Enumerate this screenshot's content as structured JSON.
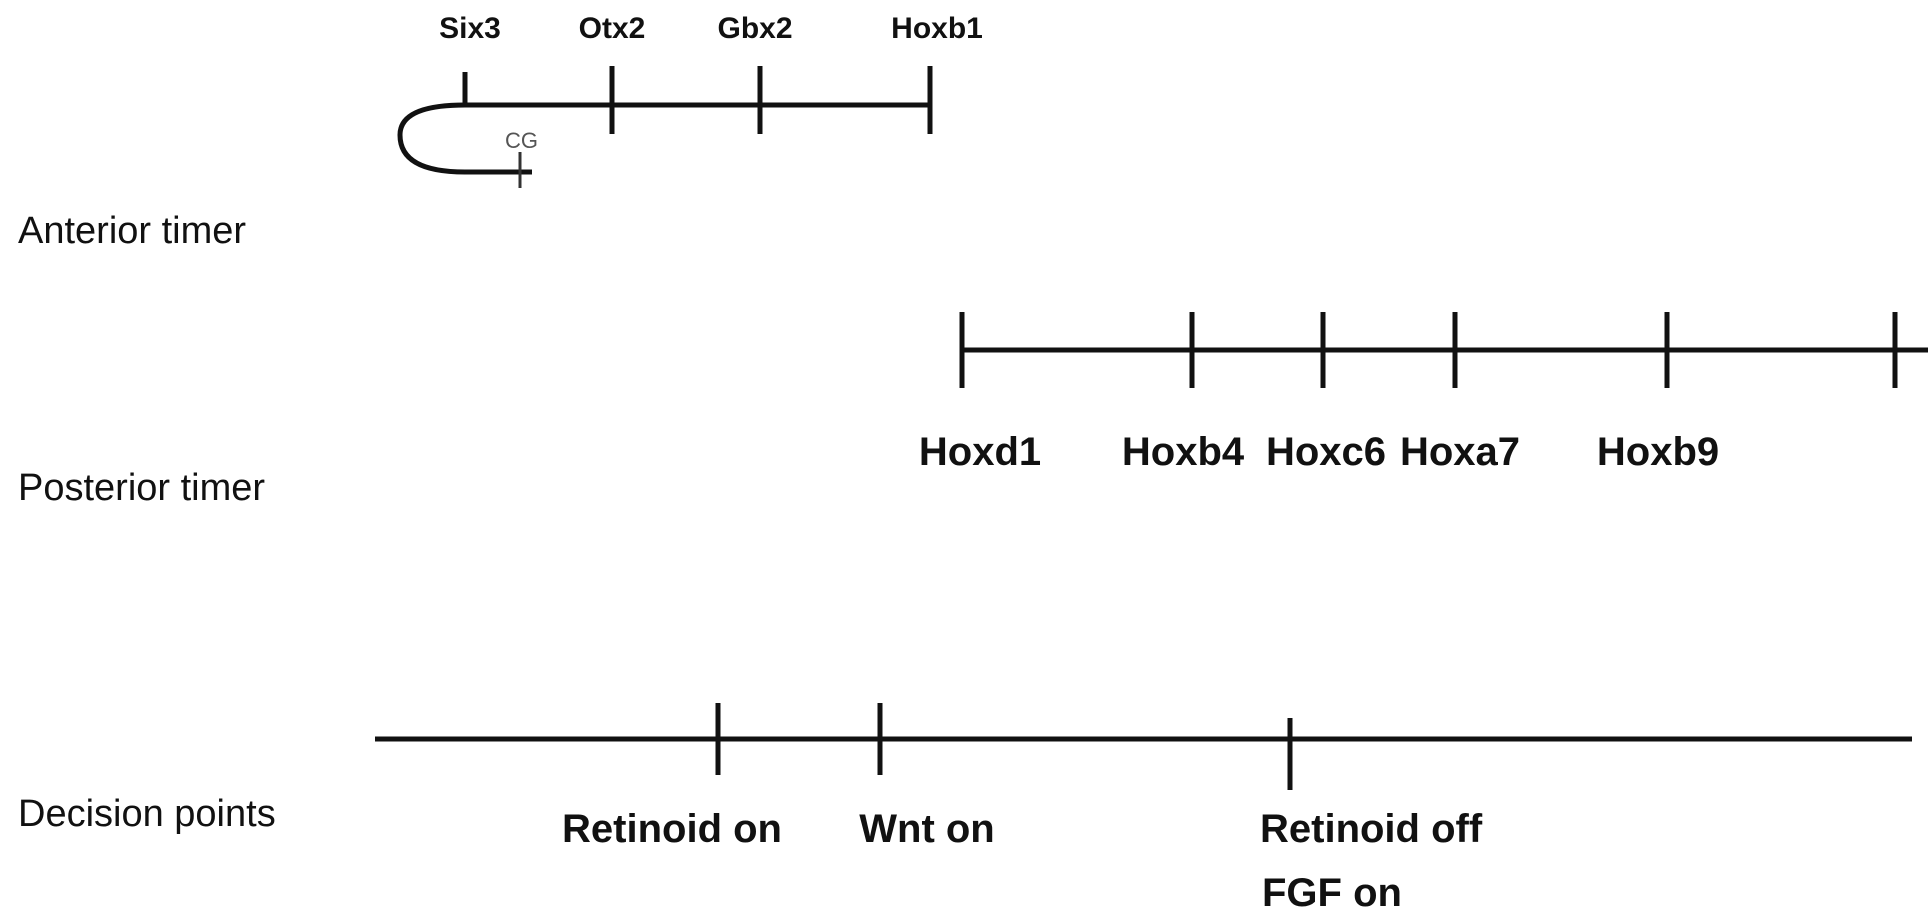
{
  "rows": {
    "anterior": {
      "label": "Anterior timer",
      "genes": [
        "Six3",
        "Otx2",
        "Gbx2",
        "Hoxb1"
      ],
      "loop_label": "CG"
    },
    "posterior": {
      "label": "Posterior timer",
      "genes": [
        "Hoxd1",
        "Hoxb4",
        "Hoxc6",
        "Hoxa7",
        "Hoxb9"
      ]
    },
    "decision": {
      "label": "Decision points",
      "events": [
        {
          "lines": [
            "Retinoid on"
          ]
        },
        {
          "lines": [
            "Wnt on"
          ]
        },
        {
          "lines": [
            "Retinoid off",
            "FGF on"
          ]
        }
      ]
    }
  }
}
